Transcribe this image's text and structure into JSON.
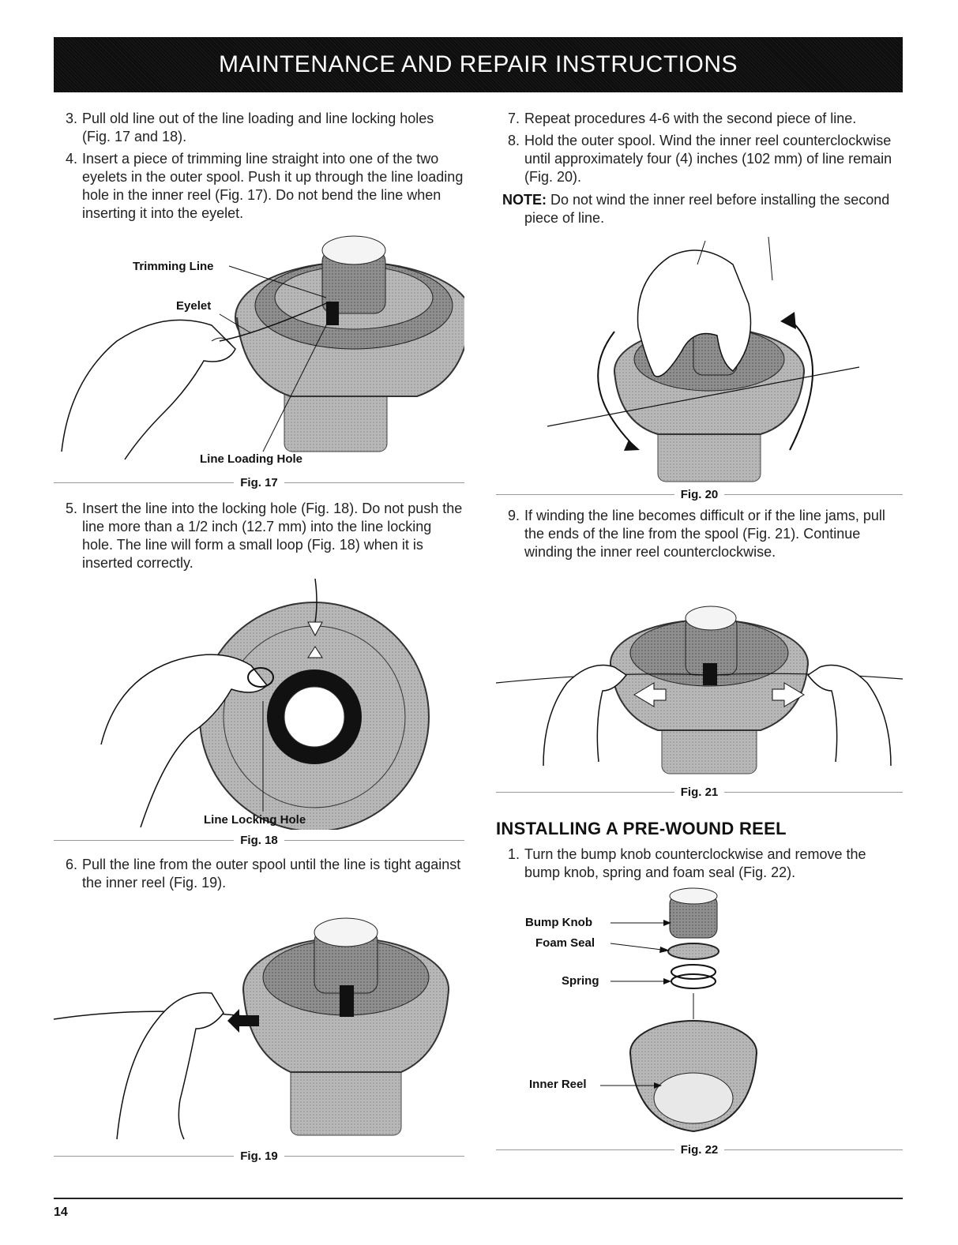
{
  "header": {
    "title": "MAINTENANCE AND REPAIR INSTRUCTIONS"
  },
  "left_column": {
    "steps": [
      {
        "number": "3",
        "text": "Pull old line out of the line loading and line locking holes (Fig. 17 and 18)."
      },
      {
        "number": "4",
        "text": "Insert a piece of trimming line straight into one of the two eyelets in the outer spool. Push it up through the line loading hole in the inner reel (Fig. 17). Do not bend the line when inserting it into the eyelet."
      },
      {
        "number": "5",
        "text": "Insert the line into the locking hole (Fig. 18). Do not push the line more than a 1/2 inch (12.7 mm) into the line locking hole. The line will form a small loop (Fig. 18) when it is inserted correctly."
      },
      {
        "number": "6",
        "text": "Pull the line from the outer spool until the line is tight against the inner reel (Fig. 19)."
      }
    ],
    "fig17": {
      "caption": "Fig. 17",
      "labels": {
        "trimming_line": "Trimming Line",
        "eyelet": "Eyelet",
        "line_loading_hole": "Line Loading Hole"
      }
    },
    "fig18": {
      "caption": "Fig. 18",
      "labels": {
        "line_locking_hole": "Line Locking Hole"
      }
    },
    "fig19": {
      "caption": "Fig. 19"
    }
  },
  "right_column": {
    "steps": [
      {
        "number": "7",
        "text": "Repeat procedures 4-6 with the second piece of line."
      },
      {
        "number": "8",
        "text": "Hold the outer spool. Wind the inner reel counterclockwise until approximately four (4) inches (102 mm) of line remain (Fig. 20)."
      },
      {
        "number": "9",
        "text": "If winding the line becomes difficult or if the line jams, pull the ends of the line from the spool (Fig. 21). Continue winding the inner reel counterclockwise."
      }
    ],
    "note": {
      "label": "NOTE:",
      "text": "Do not wind the inner reel before installing the second piece of line."
    },
    "fig20": {
      "caption": "Fig. 20"
    },
    "fig21": {
      "caption": "Fig. 21"
    },
    "section": {
      "title": "INSTALLING A PRE-WOUND REEL",
      "steps": [
        {
          "number": "1",
          "text": "Turn the bump knob counterclockwise and remove the bump knob, spring and foam seal (Fig. 22)."
        }
      ]
    },
    "fig22": {
      "caption": "Fig. 22",
      "labels": {
        "bump_knob": "Bump Knob",
        "foam_seal": "Foam Seal",
        "spring": "Spring",
        "inner_reel": "Inner Reel"
      }
    }
  },
  "footer": {
    "page_number": "14"
  }
}
